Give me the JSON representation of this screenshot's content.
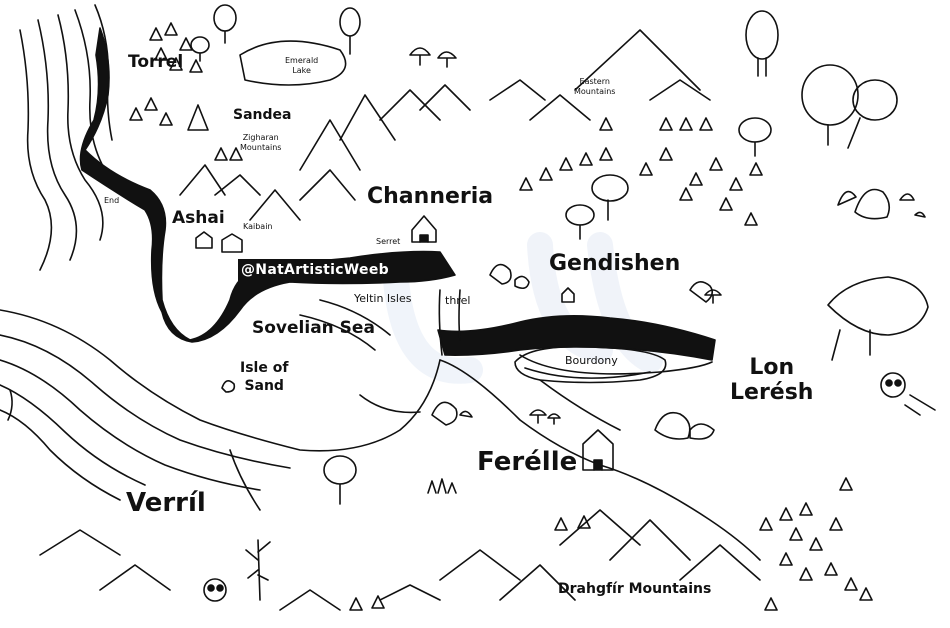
{
  "regions": {
    "torrel": "Torrel",
    "sandea": "Sandea",
    "zigharan": "Zigharan\nMountains",
    "emerald_lake": "Emerald\nLake",
    "channeria": "Channeria",
    "eastern_mountains": "Eastern\nMountains",
    "ashai": "Ashai",
    "kaibain": "Kaibain",
    "serret": "Serret",
    "end": "End",
    "gendishen": "Gendishen",
    "yeltin_isles": "Yeltin Isles",
    "threl": "threl",
    "sovelian_sea": "Sovelian Sea",
    "isle_of_sand": "Isle of\nSand",
    "bourdony": "Bourdony",
    "lon_leresh": "Lon\nLerésh",
    "ferelle": "Ferélle",
    "verril": "Verríl",
    "drahgfir": "Drahgfír Mountains"
  },
  "watermark": "@NatArtisticWeeb",
  "colors": {
    "ink": "#111111",
    "paper": "#ffffff",
    "watermark_ghost": "#eef3fa"
  }
}
